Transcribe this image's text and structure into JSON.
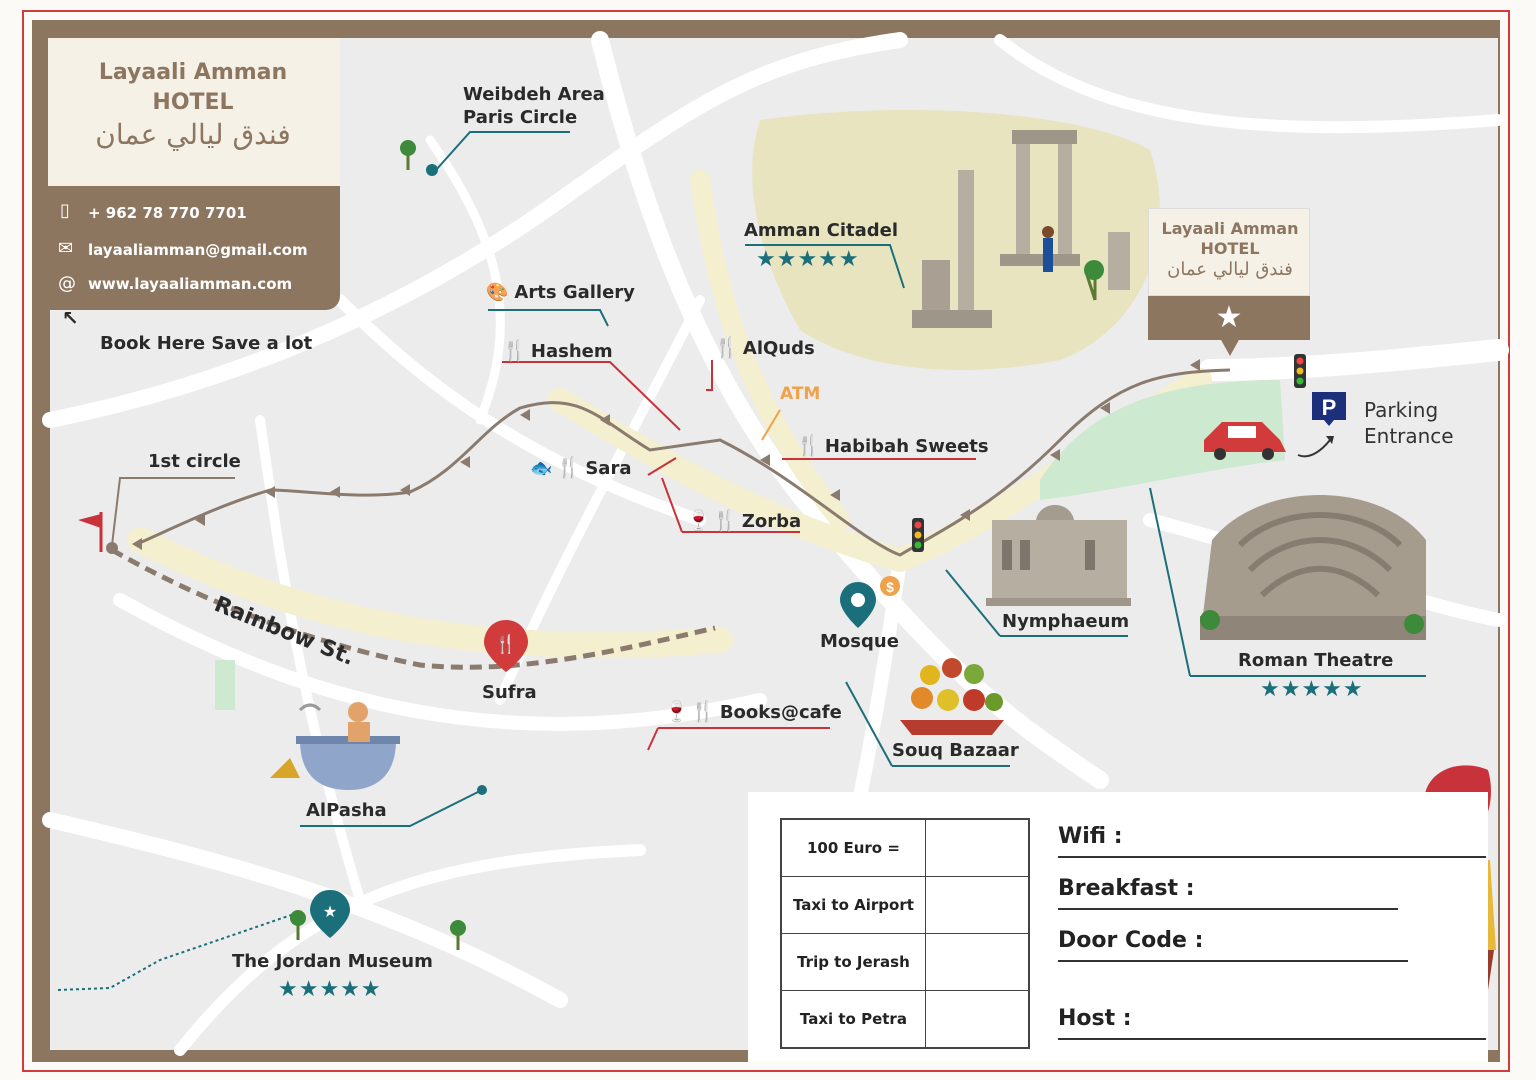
{
  "hotel": {
    "name_line1": "Layaali Amman",
    "name_line2": "HOTEL",
    "name_arabic": "فندق ليالي عمان",
    "phone": "+ 962 78 770 7701",
    "email": "layaaliamman@gmail.com",
    "website": "www.layaaliamman.com",
    "book_note": "Book Here Save a lot"
  },
  "mini_card": {
    "name_line1": "Layaali Amman",
    "name_line2": "HOTEL",
    "name_arabic": "فندق ليالي عمان"
  },
  "places": {
    "weibdeh_line1": "Weibdeh Area",
    "weibdeh_line2": "Paris Circle",
    "arts_gallery": "Arts Gallery",
    "hashem": "Hashem",
    "alquds": "AlQuds",
    "atm": "ATM",
    "habibah": "Habibah Sweets",
    "sara": "Sara",
    "zorba": "Zorba",
    "citadel": "Amman Citadel",
    "first_circle": "1st circle",
    "rainbow": "Rainbow St.",
    "sufra": "Sufra",
    "mosque": "Mosque",
    "nymphaeum": "Nymphaeum",
    "roman_theatre": "Roman Theatre",
    "souq": "Souq Bazaar",
    "books_cafe": "Books@cafe",
    "alpasha": "AlPasha",
    "jordan_museum": "The Jordan Museum",
    "parking_line1": "Parking",
    "parking_line2": "Entrance"
  },
  "ratings": {
    "citadel": "★★★★★",
    "roman_theatre": "★★★★★",
    "jordan_museum": "★★★★★"
  },
  "price_table": {
    "rows": [
      "100 Euro =",
      "Taxi to Airport",
      "Trip to Jerash",
      "Taxi to Petra"
    ]
  },
  "info": {
    "wifi": "Wifi :",
    "breakfast": "Breakfast :",
    "door_code": "Door Code :",
    "host": "Host :"
  },
  "colors": {
    "brand_brown": "#8d7660",
    "frame_red": "#d23b3b",
    "restaurant_red": "#c8323a",
    "landmark_teal": "#1b6f7a",
    "citadel_area": "#e7e4bf",
    "park_green": "#cde9cf",
    "atm_orange": "#f0a24a"
  }
}
